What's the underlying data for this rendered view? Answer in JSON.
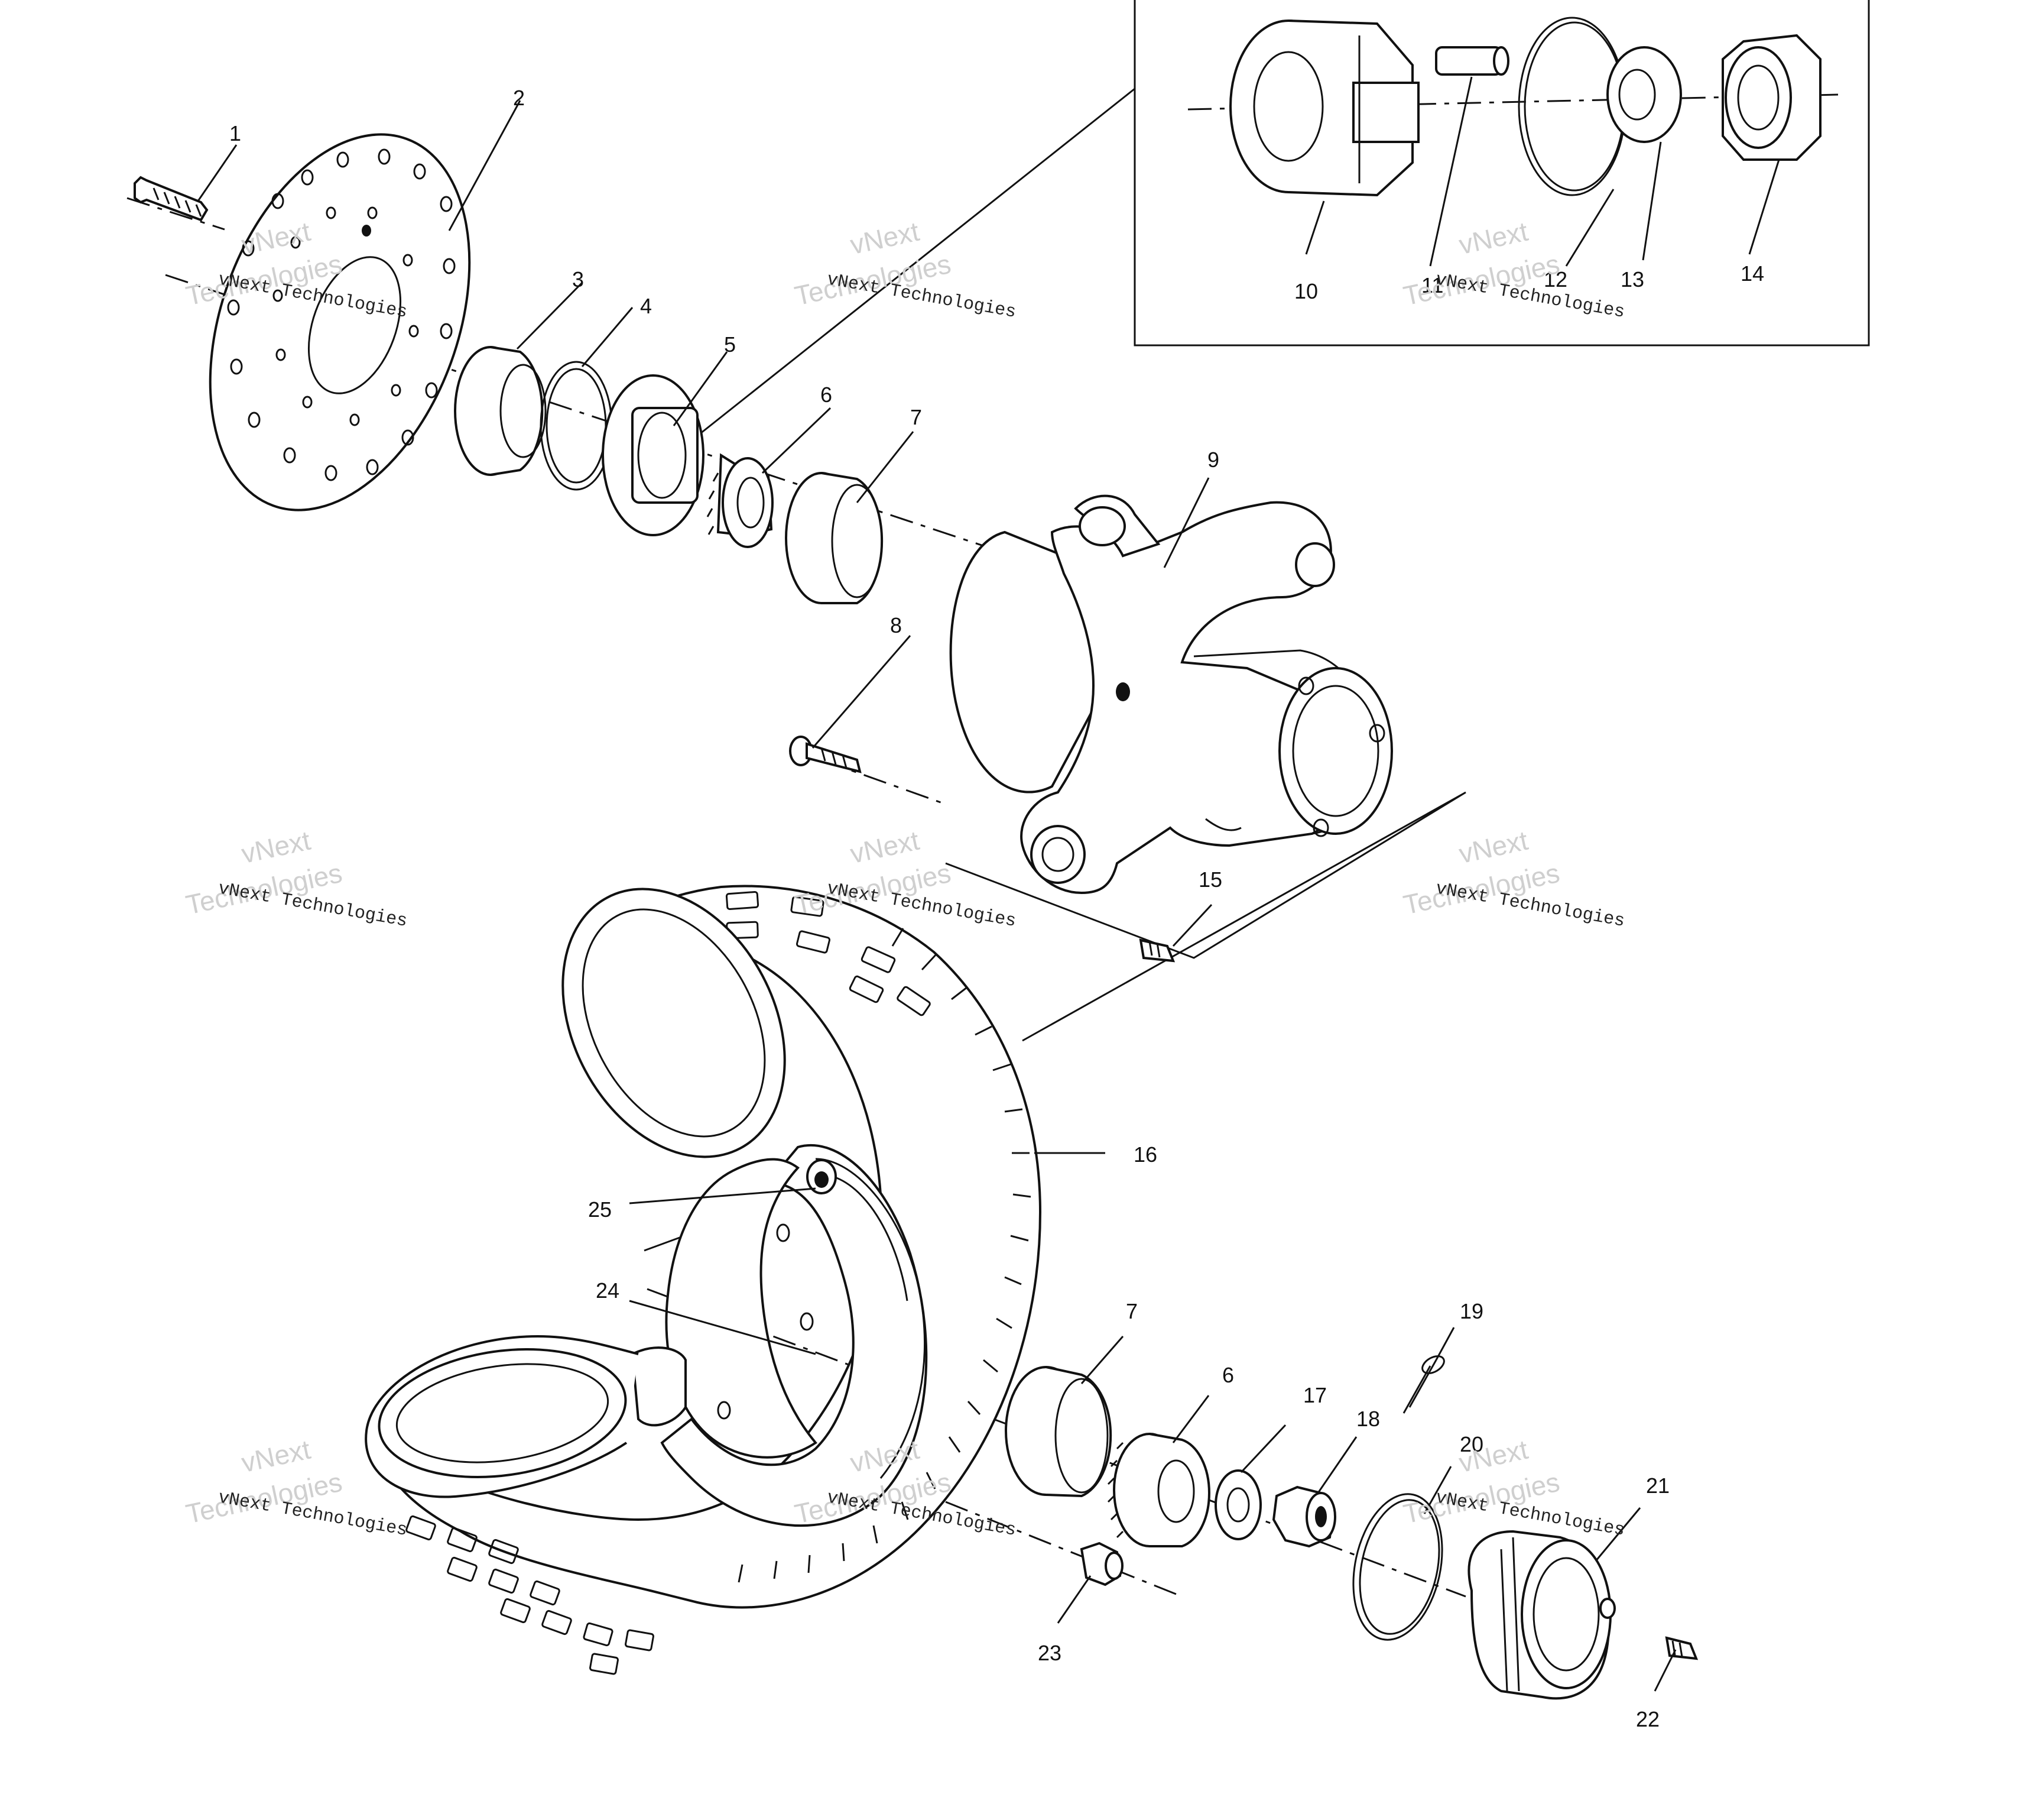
{
  "diagram": {
    "kind": "exploded parts diagram",
    "callouts": {
      "c1": "1",
      "c2": "2",
      "c3": "3",
      "c4": "4",
      "c5": "5",
      "c6a": "6",
      "c7a": "7",
      "c8": "8",
      "c9": "9",
      "c10": "10",
      "c11": "11",
      "c12": "12",
      "c13": "13",
      "c14": "14",
      "c15": "15",
      "c16": "16",
      "c25": "25",
      "c24": "24",
      "c7b": "7",
      "c6b": "6",
      "c17": "17",
      "c18": "18",
      "c19": "19",
      "c20": "20",
      "c21": "21",
      "c22": "22",
      "c23": "23"
    },
    "watermark": {
      "brand": "vNext Technologies",
      "large_line1": "vNext",
      "large_line2": "Technologies"
    },
    "colors": {
      "ink": "#111111",
      "paper": "#ffffff",
      "watermark": "#cfcfcf"
    }
  }
}
